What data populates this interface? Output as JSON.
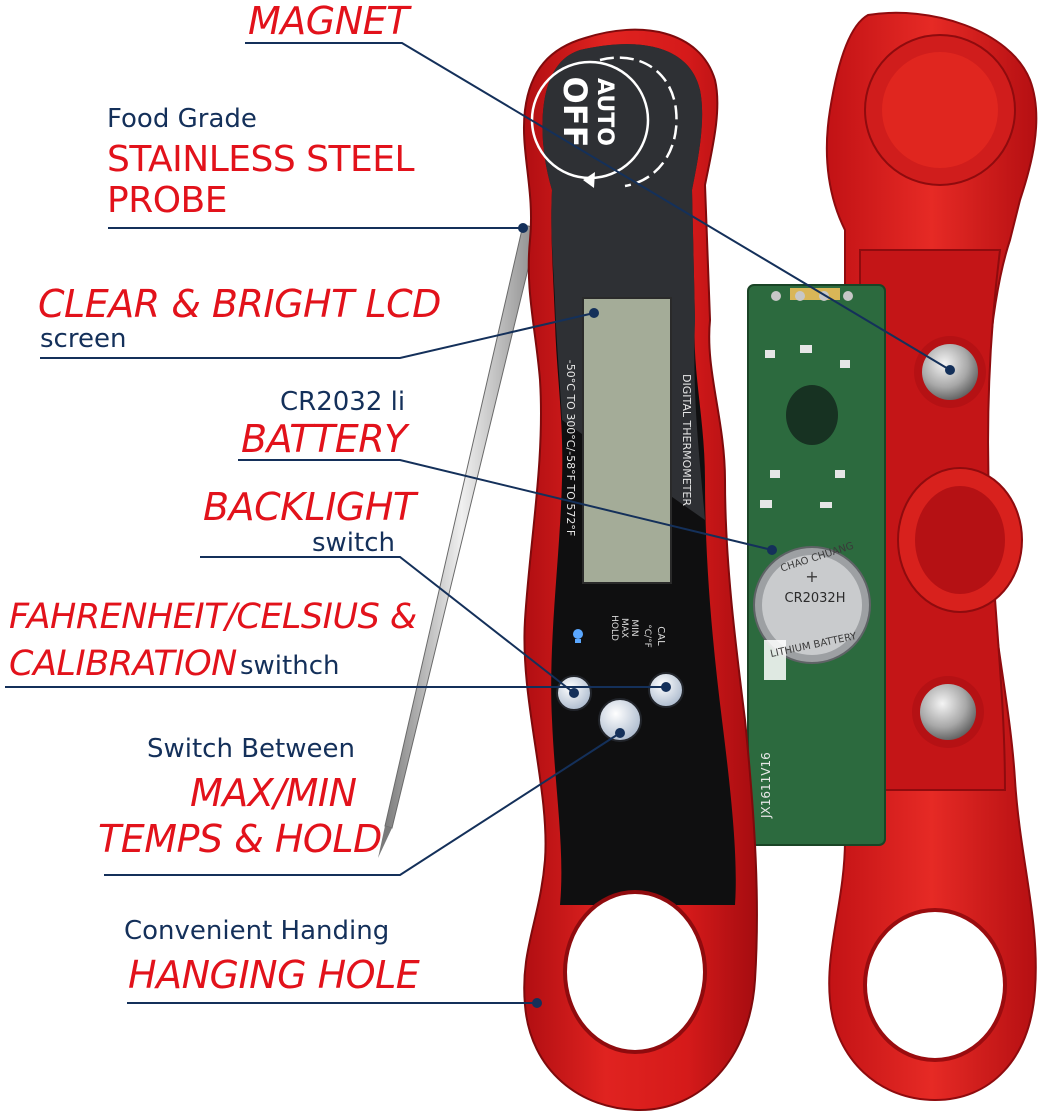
{
  "colors": {
    "red": "#e2121b",
    "navy": "#14305a",
    "body_red": "#d51a1a",
    "pcb_green": "#2c6a3e",
    "lcd": "#a4ac98"
  },
  "device": {
    "auto_off_top": "AUTO",
    "auto_off_bottom": "OFF",
    "model_text": "DIGITAL THERMOMETER",
    "range_text": "-50°C TO 300°C/-58°F TO 572°F",
    "btn_unit": "°C/°F",
    "btn_cal": "CAL",
    "btn_hold": "HOLD",
    "btn_max": "MAX",
    "btn_min": "MIN",
    "battery_brand": "CHAO CHUANG",
    "battery_plus": "+",
    "battery_model": "CR2032H",
    "battery_type": "LITHIUM BATTERY",
    "board_id": "JX1611V16",
    "light_icon": "bulb-icon"
  },
  "callouts": {
    "magnet": "MAGNET",
    "probe_pre": "Food Grade",
    "probe_l1": "STAINLESS STEEL",
    "probe_l2": "PROBE",
    "lcd_main": "CLEAR & BRIGHT LCD",
    "lcd_sub": "screen",
    "battery_pre": "CR2032 li",
    "battery_main": "BATTERY",
    "backlight_main": "BACKLIGHT",
    "backlight_sub": "switch",
    "fc_l1": "FAHRENHEIT/CELSIUS &",
    "fc_l2": "CALIBRATION",
    "fc_sub": "swithch",
    "max_pre": "Switch Between",
    "max_l1": "MAX/MIN",
    "max_l2": "TEMPS & HOLD",
    "hang_pre": "Convenient Handing",
    "hang_main": "HANGING HOLE"
  }
}
